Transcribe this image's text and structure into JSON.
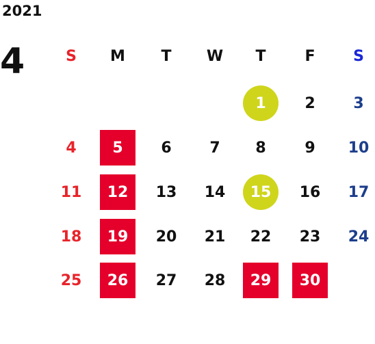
{
  "calendar": {
    "year": "2021",
    "month": "4",
    "weekdays": [
      "S",
      "M",
      "T",
      "W",
      "T",
      "F",
      "S"
    ],
    "weeks": [
      [
        {
          "day": ""
        },
        {
          "day": ""
        },
        {
          "day": ""
        },
        {
          "day": ""
        },
        {
          "day": "1",
          "mark": "circle"
        },
        {
          "day": "2"
        },
        {
          "day": "3"
        }
      ],
      [
        {
          "day": "4"
        },
        {
          "day": "5",
          "mark": "box"
        },
        {
          "day": "6"
        },
        {
          "day": "7"
        },
        {
          "day": "8"
        },
        {
          "day": "9"
        },
        {
          "day": "10"
        }
      ],
      [
        {
          "day": "11"
        },
        {
          "day": "12",
          "mark": "box"
        },
        {
          "day": "13"
        },
        {
          "day": "14"
        },
        {
          "day": "15",
          "mark": "circle"
        },
        {
          "day": "16"
        },
        {
          "day": "17"
        }
      ],
      [
        {
          "day": "18"
        },
        {
          "day": "19",
          "mark": "box"
        },
        {
          "day": "20"
        },
        {
          "day": "21"
        },
        {
          "day": "22"
        },
        {
          "day": "23"
        },
        {
          "day": "24"
        }
      ],
      [
        {
          "day": "25"
        },
        {
          "day": "26",
          "mark": "box"
        },
        {
          "day": "27"
        },
        {
          "day": "28"
        },
        {
          "day": "29",
          "mark": "box"
        },
        {
          "day": "30",
          "mark": "box"
        },
        {
          "day": ""
        }
      ]
    ]
  },
  "colors": {
    "sunday": "#e8232a",
    "saturday": "#1d3e8c",
    "saturday_header": "#1a28d6",
    "box": "#e4002b",
    "circle": "#cfd51b"
  }
}
